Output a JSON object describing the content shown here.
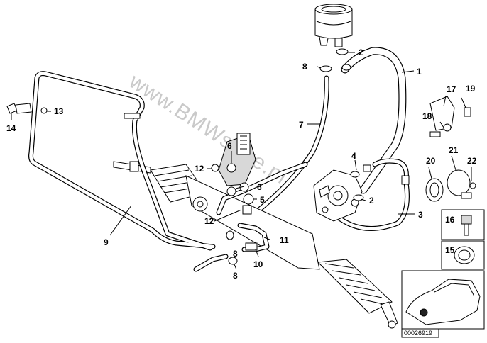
{
  "watermark": "www.BMWstore.pl",
  "diagram_code": "00026919",
  "callouts": {
    "c1": "1",
    "c2a": "2",
    "c2b": "2",
    "c3": "3",
    "c4": "4",
    "c5": "5",
    "c6a": "6",
    "c6b": "6",
    "c7": "7",
    "c8a": "8",
    "c8b": "8",
    "c9": "9",
    "c10": "10",
    "c11": "11",
    "c12a": "12",
    "c12b": "12",
    "c13": "13",
    "c14": "14",
    "c15": "15",
    "c16": "16",
    "c17": "17",
    "c18": "18",
    "c19": "19",
    "c20": "20",
    "c21": "21",
    "c22": "22"
  }
}
